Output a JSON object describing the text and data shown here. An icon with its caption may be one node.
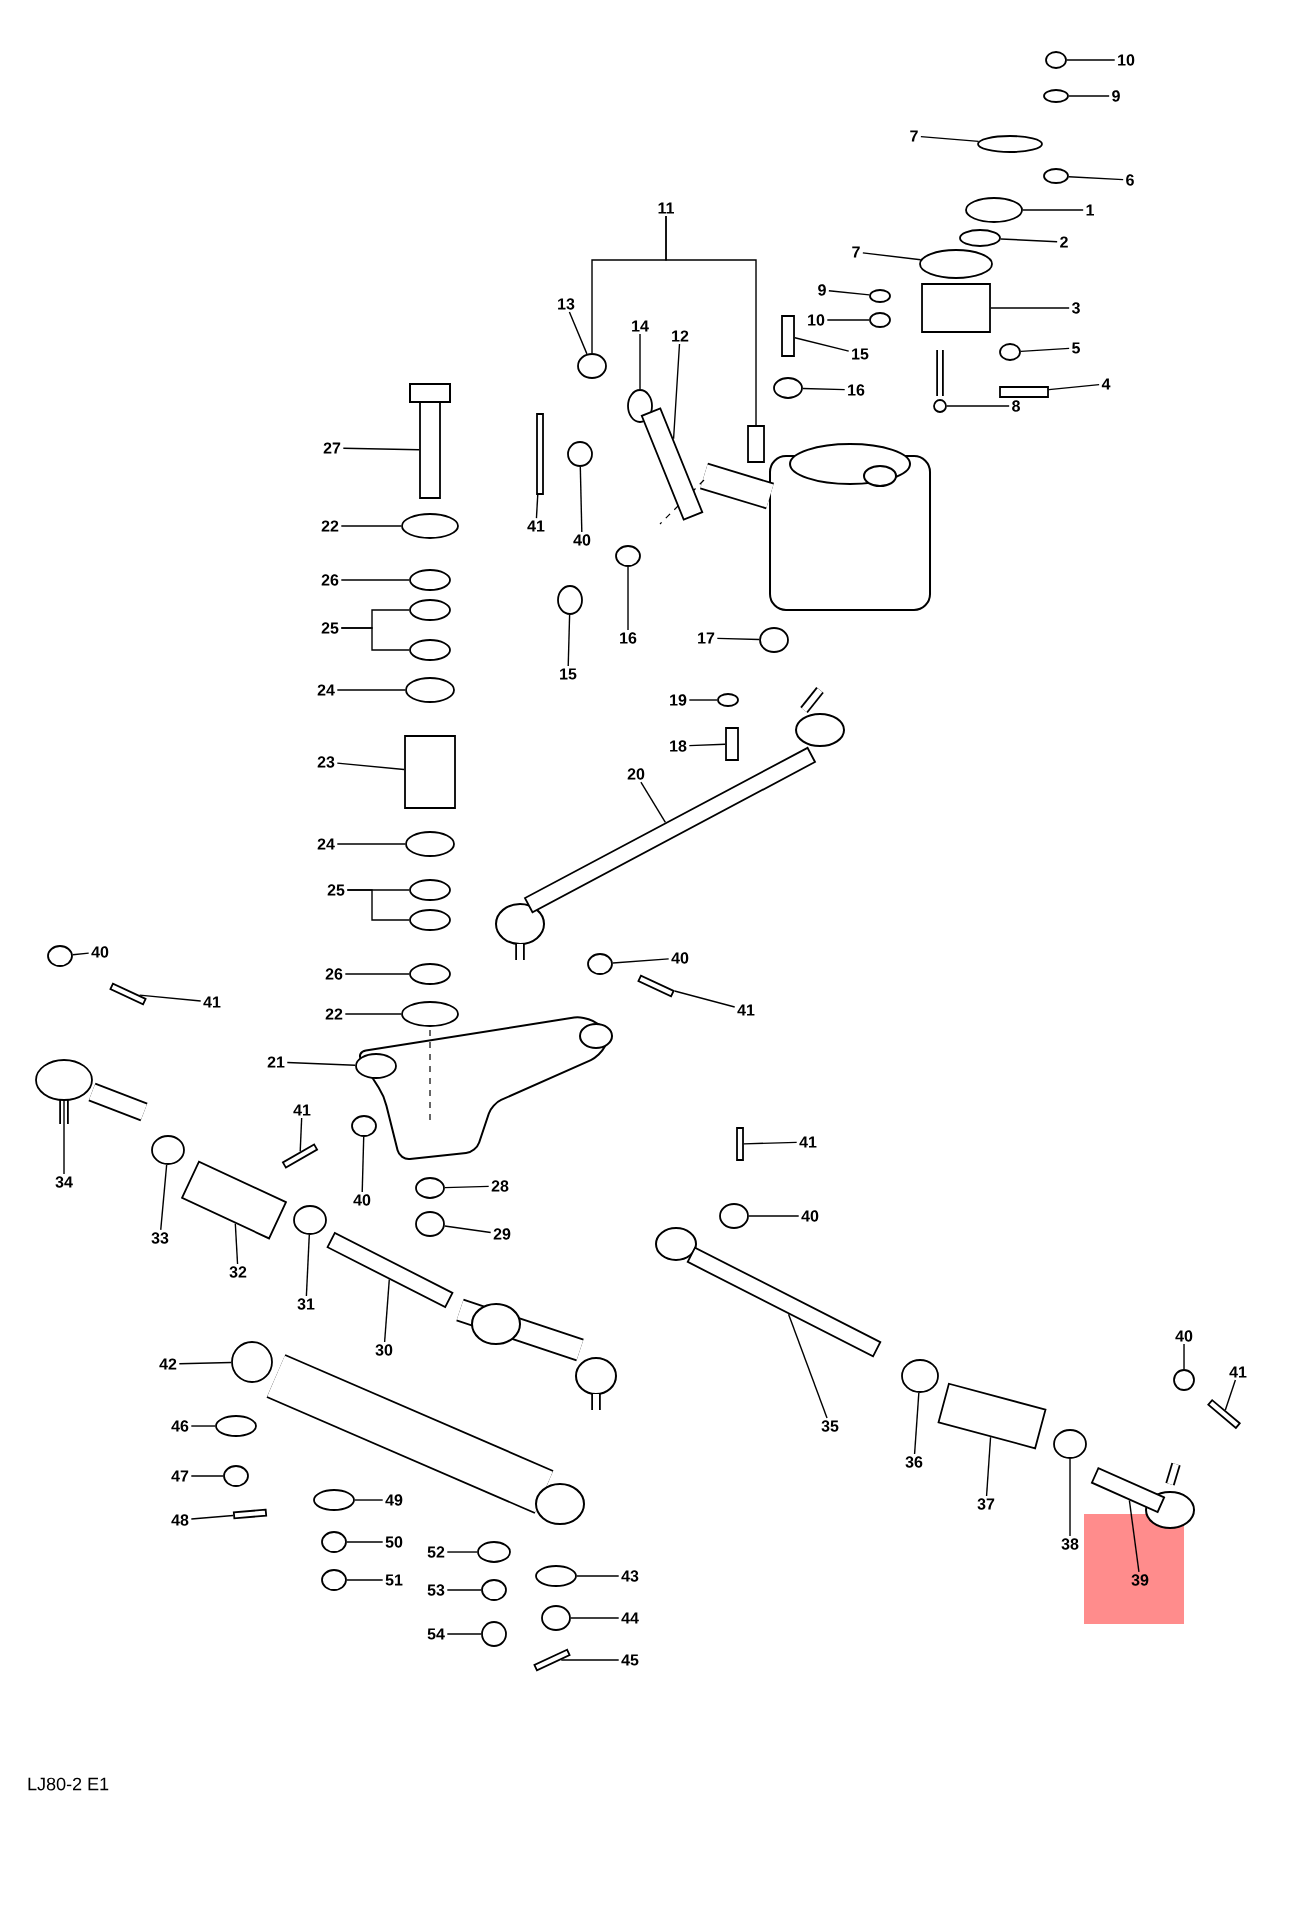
{
  "diagram": {
    "nodes": [
      {
        "text": [
          "10"
        ]
      },
      {
        "text": [
          "9"
        ]
      },
      {
        "text": [
          "7"
        ]
      },
      {
        "text": [
          "6"
        ]
      },
      {
        "text": [
          "1"
        ]
      },
      {
        "text": [
          "2"
        ]
      },
      {
        "text": [
          "7"
        ]
      },
      {
        "text": [
          "3"
        ]
      },
      {
        "text": [
          "9"
        ]
      },
      {
        "text": [
          "10"
        ]
      },
      {
        "text": [
          "15"
        ]
      },
      {
        "text": [
          "16"
        ]
      },
      {
        "text": [
          "5"
        ]
      },
      {
        "text": [
          "4"
        ]
      },
      {
        "text": [
          "8"
        ]
      },
      {
        "text": [
          "11"
        ]
      },
      {
        "text": [
          "13"
        ]
      },
      {
        "text": [
          "14"
        ]
      },
      {
        "text": [
          "12"
        ]
      },
      {
        "text": [
          "27"
        ]
      },
      {
        "text": [
          "41"
        ]
      },
      {
        "text": [
          "40"
        ]
      },
      {
        "text": [
          "22"
        ]
      },
      {
        "text": [
          "26"
        ]
      },
      {
        "text": [
          "25"
        ]
      },
      {
        "text": [
          "15"
        ]
      },
      {
        "text": [
          "16"
        ]
      },
      {
        "text": [
          "17"
        ]
      },
      {
        "text": [
          "24"
        ]
      },
      {
        "text": [
          "19"
        ]
      },
      {
        "text": [
          "18"
        ]
      },
      {
        "text": [
          "23"
        ]
      },
      {
        "text": [
          "20"
        ]
      },
      {
        "text": [
          "24"
        ]
      },
      {
        "text": [
          "25"
        ]
      },
      {
        "text": [
          "40"
        ]
      },
      {
        "text": [
          "41"
        ]
      },
      {
        "text": [
          "40"
        ]
      },
      {
        "text": [
          "41"
        ]
      },
      {
        "text": [
          "26"
        ]
      },
      {
        "text": [
          "22"
        ]
      },
      {
        "text": [
          "21"
        ]
      },
      {
        "text": [
          "34"
        ]
      },
      {
        "text": [
          "41"
        ]
      },
      {
        "text": [
          "33"
        ]
      },
      {
        "text": [
          "40"
        ]
      },
      {
        "text": [
          "28"
        ]
      },
      {
        "text": [
          "41"
        ]
      },
      {
        "text": [
          "40"
        ]
      },
      {
        "text": [
          "32"
        ]
      },
      {
        "text": [
          "29"
        ]
      },
      {
        "text": [
          "31"
        ]
      },
      {
        "text": [
          "30"
        ]
      },
      {
        "text": [
          "42"
        ]
      },
      {
        "text": [
          "35"
        ]
      },
      {
        "text": [
          "36"
        ]
      },
      {
        "text": [
          "46"
        ]
      },
      {
        "text": [
          "40"
        ]
      },
      {
        "text": [
          "41"
        ]
      },
      {
        "text": [
          "37"
        ]
      },
      {
        "text": [
          "47"
        ]
      },
      {
        "text": [
          "49"
        ]
      },
      {
        "text": [
          "38"
        ]
      },
      {
        "text": [
          "39"
        ]
      },
      {
        "text": [
          "48"
        ]
      },
      {
        "text": [
          "50"
        ]
      },
      {
        "text": [
          "43"
        ]
      },
      {
        "text": [
          "51"
        ]
      },
      {
        "text": [
          "52"
        ]
      },
      {
        "text": [
          "53"
        ]
      },
      {
        "text": [
          "44"
        ]
      },
      {
        "text": [
          "54"
        ]
      },
      {
        "text": [
          "45"
        ]
      },
      {
        "text": [],
        "shape": "circle"
      },
      {
        "text": [],
        "shape": "circle"
      },
      {
        "text": [],
        "shape": "circle"
      },
      {
        "text": [],
        "shape": "circle"
      },
      {
        "text": [],
        "shape": "circle"
      },
      {
        "text": [],
        "shape": "circle"
      },
      {
        "text": [],
        "shape": "circle"
      },
      {
        "text": [],
        "shape": "box"
      },
      {
        "text": [],
        "shape": "circle"
      },
      {
        "text": [],
        "shape": "circle"
      },
      {
        "text": [],
        "shape": "box"
      },
      {
        "text": [],
        "shape": "circle"
      },
      {
        "text": [],
        "shape": "circle"
      },
      {
        "text": [],
        "shape": "box"
      },
      {
        "text": [],
        "shape": "circle"
      },
      {
        "text": [],
        "shape": "box"
      },
      {
        "text": [],
        "shape": "circle"
      },
      {
        "text": [],
        "shape": "circle"
      },
      {
        "text": [],
        "shape": "box"
      },
      {
        "text": [],
        "shape": "box"
      },
      {
        "text": [],
        "shape": "box"
      },
      {
        "text": [],
        "shape": "circle"
      },
      {
        "text": [],
        "shape": "circle"
      },
      {
        "text": [],
        "shape": "circle"
      },
      {
        "text": [],
        "shape": "circle"
      },
      {
        "text": [],
        "shape": "circle"
      },
      {
        "text": [],
        "shape": "circle"
      },
      {
        "text": [],
        "shape": "circle"
      },
      {
        "text": [],
        "shape": "circle"
      },
      {
        "text": [],
        "shape": "circle"
      },
      {
        "text": [],
        "shape": "box"
      },
      {
        "text": [],
        "shape": "box"
      },
      {
        "text": [],
        "shape": "box"
      },
      {
        "text": [],
        "shape": "circle"
      },
      {
        "text": [],
        "shape": "circle"
      },
      {
        "text": [],
        "shape": "circle"
      },
      {
        "text": [],
        "shape": "box"
      },
      {
        "text": [],
        "shape": "circle"
      },
      {
        "text": [],
        "shape": "box"
      },
      {
        "text": [],
        "shape": "circle"
      },
      {
        "text": [],
        "shape": "circle"
      },
      {
        "text": [],
        "shape": "circle"
      },
      {
        "text": [],
        "shape": "circle"
      },
      {
        "text": [],
        "shape": "box"
      },
      {
        "text": [],
        "shape": "circle"
      },
      {
        "text": [],
        "shape": "circle"
      },
      {
        "text": [],
        "shape": "circle"
      },
      {
        "text": [],
        "shape": "box"
      },
      {
        "text": [],
        "shape": "circle"
      },
      {
        "text": [],
        "shape": "box"
      },
      {
        "text": [],
        "shape": "circle"
      },
      {
        "text": [],
        "shape": "circle"
      },
      {
        "text": [],
        "shape": "box"
      },
      {
        "text": [],
        "shape": "circle"
      },
      {
        "text": [],
        "shape": "box"
      },
      {
        "text": [],
        "shape": "circle"
      },
      {
        "text": [],
        "shape": "circle"
      },
      {
        "text": [],
        "shape": "circle"
      },
      {
        "text": [],
        "shape": "box"
      },
      {
        "text": [],
        "shape": "box"
      },
      {
        "text": [],
        "shape": "circle"
      },
      {
        "text": [],
        "shape": "circle"
      },
      {
        "text": [],
        "shape": "circle"
      },
      {
        "text": [],
        "shape": "box"
      },
      {
        "text": [],
        "shape": "box"
      },
      {
        "text": [],
        "shape": "circle"
      },
      {
        "text": [],
        "shape": "circle"
      },
      {
        "text": [],
        "shape": "circle"
      },
      {
        "text": [],
        "shape": "circle"
      },
      {
        "text": [],
        "shape": "circle"
      },
      {
        "text": [],
        "shape": "circle"
      },
      {
        "text": [],
        "shape": "circle"
      },
      {
        "text": [],
        "shape": "box"
      },
      {
        "text": [],
        "shape": "circle"
      },
      {
        "text": [],
        "shape": "circle"
      }
    ],
    "edges": [
      {
        "from": 0,
        "to": 73,
        "arrow": "none"
      },
      {
        "from": 1,
        "to": 74,
        "arrow": "none"
      },
      {
        "from": 2,
        "to": 75,
        "arrow": "none"
      },
      {
        "from": 3,
        "to": 76,
        "arrow": "none"
      },
      {
        "from": 4,
        "to": 77,
        "arrow": "none"
      },
      {
        "from": 5,
        "to": 78,
        "arrow": "none"
      },
      {
        "from": 6,
        "to": 79,
        "arrow": "none"
      },
      {
        "from": 7,
        "to": 80,
        "arrow": "none"
      },
      {
        "from": 8,
        "to": 81,
        "arrow": "none"
      },
      {
        "from": 9,
        "to": 82,
        "arrow": "none"
      },
      {
        "from": 10,
        "to": 83,
        "arrow": "none"
      },
      {
        "from": 11,
        "to": 84,
        "arrow": "none"
      },
      {
        "from": 12,
        "to": 85,
        "arrow": "none"
      },
      {
        "from": 13,
        "to": 86,
        "arrow": "none"
      },
      {
        "from": 14,
        "to": 87,
        "arrow": "none"
      },
      {
        "from": 15,
        "to": 88,
        "arrow": "none"
      },
      {
        "from": 16,
        "to": 89,
        "arrow": "none"
      },
      {
        "from": 17,
        "to": 90,
        "arrow": "none"
      },
      {
        "from": 18,
        "to": 91,
        "arrow": "none"
      },
      {
        "from": 19,
        "to": 92,
        "arrow": "none"
      },
      {
        "from": 20,
        "to": 93,
        "arrow": "none"
      },
      {
        "from": 21,
        "to": 94,
        "arrow": "none"
      },
      {
        "from": 22,
        "to": 95,
        "arrow": "none"
      },
      {
        "from": 23,
        "to": 96,
        "arrow": "none"
      },
      {
        "from": 24,
        "to": 97,
        "arrow": "none"
      },
      {
        "from": 25,
        "to": 98,
        "arrow": "none"
      },
      {
        "from": 26,
        "to": 99,
        "arrow": "none"
      },
      {
        "from": 27,
        "to": 100,
        "arrow": "none"
      },
      {
        "from": 28,
        "to": 101,
        "arrow": "none"
      },
      {
        "from": 29,
        "to": 102,
        "arrow": "none"
      },
      {
        "from": 30,
        "to": 103,
        "arrow": "none"
      },
      {
        "from": 31,
        "to": 104,
        "arrow": "none"
      },
      {
        "from": 32,
        "to": 105,
        "arrow": "none"
      },
      {
        "from": 33,
        "to": 106,
        "arrow": "none"
      },
      {
        "from": 34,
        "to": 107,
        "arrow": "none"
      },
      {
        "from": 35,
        "to": 108,
        "arrow": "none"
      },
      {
        "from": 36,
        "to": 109,
        "arrow": "none"
      },
      {
        "from": 37,
        "to": 110,
        "arrow": "none"
      },
      {
        "from": 38,
        "to": 111,
        "arrow": "none"
      },
      {
        "from": 39,
        "to": 112,
        "arrow": "none"
      },
      {
        "from": 40,
        "to": 113,
        "arrow": "none"
      },
      {
        "from": 41,
        "to": 114,
        "arrow": "none"
      },
      {
        "from": 42,
        "to": 115,
        "arrow": "none"
      },
      {
        "from": 43,
        "to": 116,
        "arrow": "none"
      },
      {
        "from": 44,
        "to": 117,
        "arrow": "none"
      },
      {
        "from": 45,
        "to": 118,
        "arrow": "none"
      },
      {
        "from": 46,
        "to": 119,
        "arrow": "none"
      },
      {
        "from": 47,
        "to": 120,
        "arrow": "none"
      },
      {
        "from": 48,
        "to": 121,
        "arrow": "none"
      },
      {
        "from": 49,
        "to": 122,
        "arrow": "none"
      },
      {
        "from": 50,
        "to": 123,
        "arrow": "none"
      },
      {
        "from": 51,
        "to": 124,
        "arrow": "none"
      },
      {
        "from": 52,
        "to": 125,
        "arrow": "none"
      },
      {
        "from": 53,
        "to": 126,
        "arrow": "none"
      },
      {
        "from": 54,
        "to": 127,
        "arrow": "none"
      },
      {
        "from": 55,
        "to": 128,
        "arrow": "none"
      },
      {
        "from": 56,
        "to": 129,
        "arrow": "none"
      },
      {
        "from": 57,
        "to": 130,
        "arrow": "none"
      },
      {
        "from": 58,
        "to": 131,
        "arrow": "none"
      },
      {
        "from": 59,
        "to": 132,
        "arrow": "none"
      },
      {
        "from": 60,
        "to": 133,
        "arrow": "none"
      },
      {
        "from": 61,
        "to": 134,
        "arrow": "none"
      },
      {
        "from": 62,
        "to": 135,
        "arrow": "none"
      },
      {
        "from": 63,
        "to": 136,
        "arrow": "none"
      },
      {
        "from": 64,
        "to": 137,
        "arrow": "none"
      },
      {
        "from": 65,
        "to": 138,
        "arrow": "none"
      },
      {
        "from": 66,
        "to": 139,
        "arrow": "none"
      },
      {
        "from": 67,
        "to": 140,
        "arrow": "none"
      },
      {
        "from": 68,
        "to": 141,
        "arrow": "none"
      },
      {
        "from": 69,
        "to": 142,
        "arrow": "none"
      },
      {
        "from": 70,
        "to": 143,
        "arrow": "none"
      },
      {
        "from": 71,
        "to": 144,
        "arrow": "none"
      },
      {
        "from": 72,
        "to": 145,
        "arrow": "none"
      },
      {
        "from": 24,
        "to": 146,
        "arrow": "none"
      },
      {
        "from": 34,
        "to": 147,
        "arrow": "none"
      },
      {
        "from": 15,
        "to": 89,
        "arrow": "none"
      }
    ],
    "labels": [
      "LJ80-2  E1"
    ]
  }
}
